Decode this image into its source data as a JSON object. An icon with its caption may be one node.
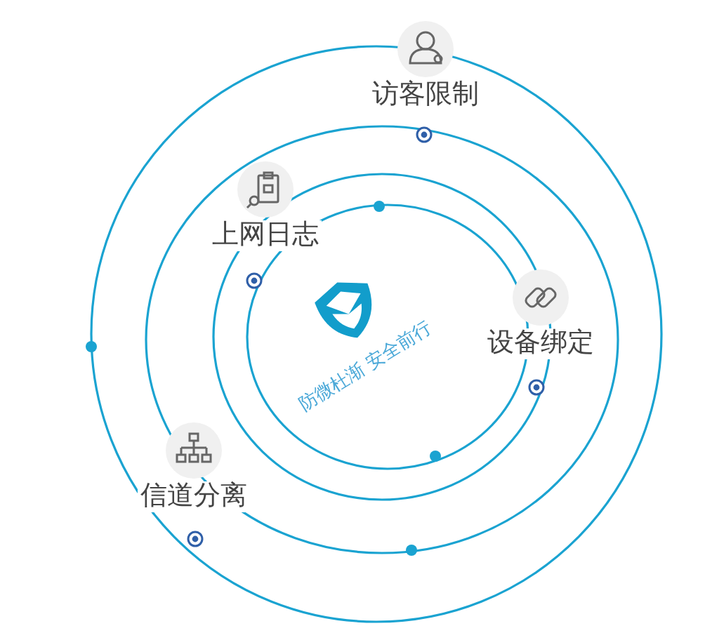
{
  "diagram": {
    "nodes": [
      {
        "text": [
          "访客限制"
        ]
      },
      {
        "text": [
          "上网日志"
        ]
      },
      {
        "text": [
          "设备绑定"
        ]
      },
      {
        "text": [
          "信道分离"
        ]
      }
    ],
    "labels": [
      "防微杜渐 安全前行"
    ]
  }
}
